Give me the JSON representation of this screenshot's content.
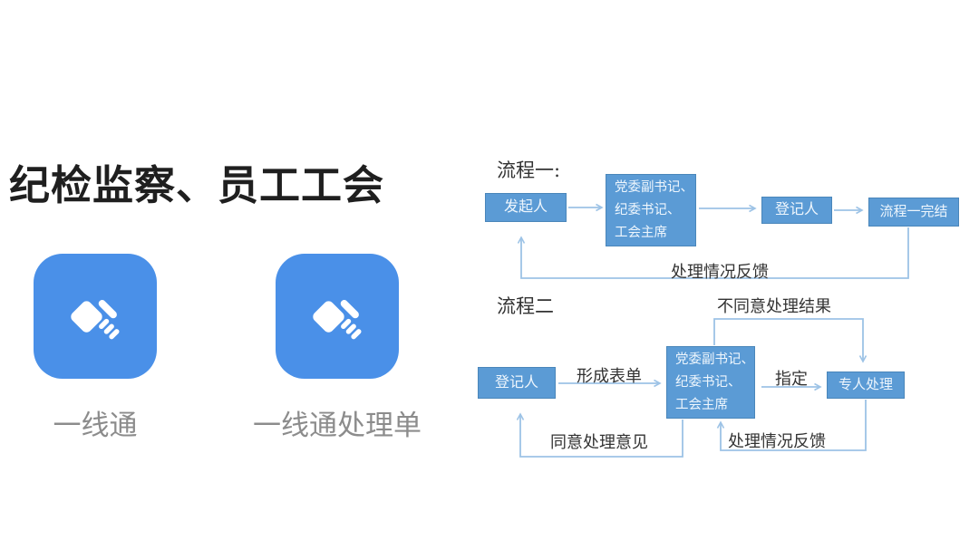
{
  "left_panel": {
    "title": "纪检监察、员工工会",
    "apps": [
      {
        "label": "一线通"
      },
      {
        "label": "一线通处理单"
      }
    ]
  },
  "flows": {
    "flow1": {
      "title": "流程一:",
      "nodes": {
        "initiator": "发起人",
        "leaders": "党委副书记、\n纪委书记、\n工会主席",
        "registrar": "登记人",
        "complete": "流程一完结"
      },
      "edges": {
        "feedback": "处理情况反馈"
      }
    },
    "flow2": {
      "title": "流程二",
      "nodes": {
        "registrar": "登记人",
        "leaders": "党委副书记、\n纪委书记、\n工会主席",
        "specialist": "专人处理"
      },
      "edges": {
        "form": "形成表单",
        "assign": "指定",
        "disagree": "不同意处理结果",
        "agree": "同意处理意见",
        "feedback": "处理情况反馈"
      }
    }
  },
  "colors": {
    "box_fill": "#5b9bd5",
    "box_border": "#4a86ba",
    "box_text": "#eef6fd",
    "arrow": "#9dc3e6",
    "app_icon": "#4a90e8",
    "app_label": "#8c8c8c",
    "flow_text": "#333333",
    "title_text": "#1f1f1f"
  }
}
